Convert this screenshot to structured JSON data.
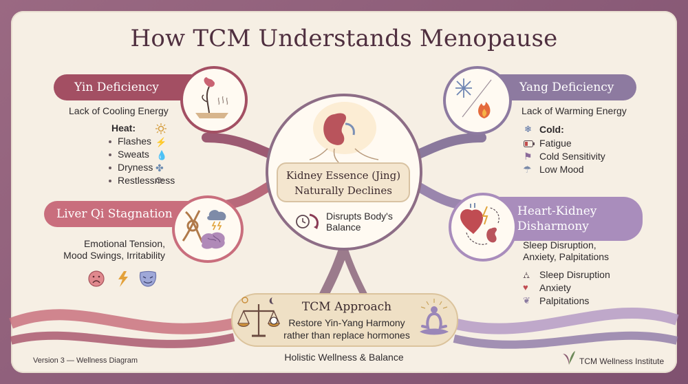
{
  "title": "How TCM Understands Menopause",
  "center": {
    "line1": "Kidney Essence (Jing)",
    "line2": "Naturally Declines",
    "disrupt1": "Disrupts Body's",
    "disrupt2": "Balance"
  },
  "yin": {
    "title": "Yin Deficiency",
    "subtitle": "Lack of Cooling Energy",
    "heat_label": "Heat:",
    "items": [
      "Flashes",
      "Sweats",
      "Dryness",
      "Restlessness"
    ]
  },
  "yang": {
    "title": "Yang Deficiency",
    "subtitle": "Lack of Warming Energy",
    "cold_label": "Cold:",
    "items": [
      "Fatigue",
      "Cold Sensitivity",
      "Low Mood"
    ]
  },
  "liver": {
    "title": "Liver Qi Stagnation",
    "line1": "Emotional Tension,",
    "line2": "Mood Swings, Irritability"
  },
  "heart": {
    "title1": "Heart-Kidney",
    "title2": "Disharmony",
    "line1": "Sleep Disruption,",
    "line2": "Anxiety, Palpitations",
    "items": [
      "Sleep Disruption",
      "Anxiety",
      "Palpitations"
    ]
  },
  "approach": {
    "title": "TCM Approach",
    "line1": "Restore Yin-Yang Harmony",
    "line2": "rather than replace hormones"
  },
  "holistic": "Holistic Wellness & Balance",
  "footer_left": "Version 3 — Wellness Diagram",
  "footer_right": "TCM Wellness Institute",
  "colors": {
    "yin": "#a34f63",
    "yang": "#8d7aa0",
    "liver": "#c96e7d",
    "heart": "#a98dbc",
    "title": "#4f2f3f"
  }
}
